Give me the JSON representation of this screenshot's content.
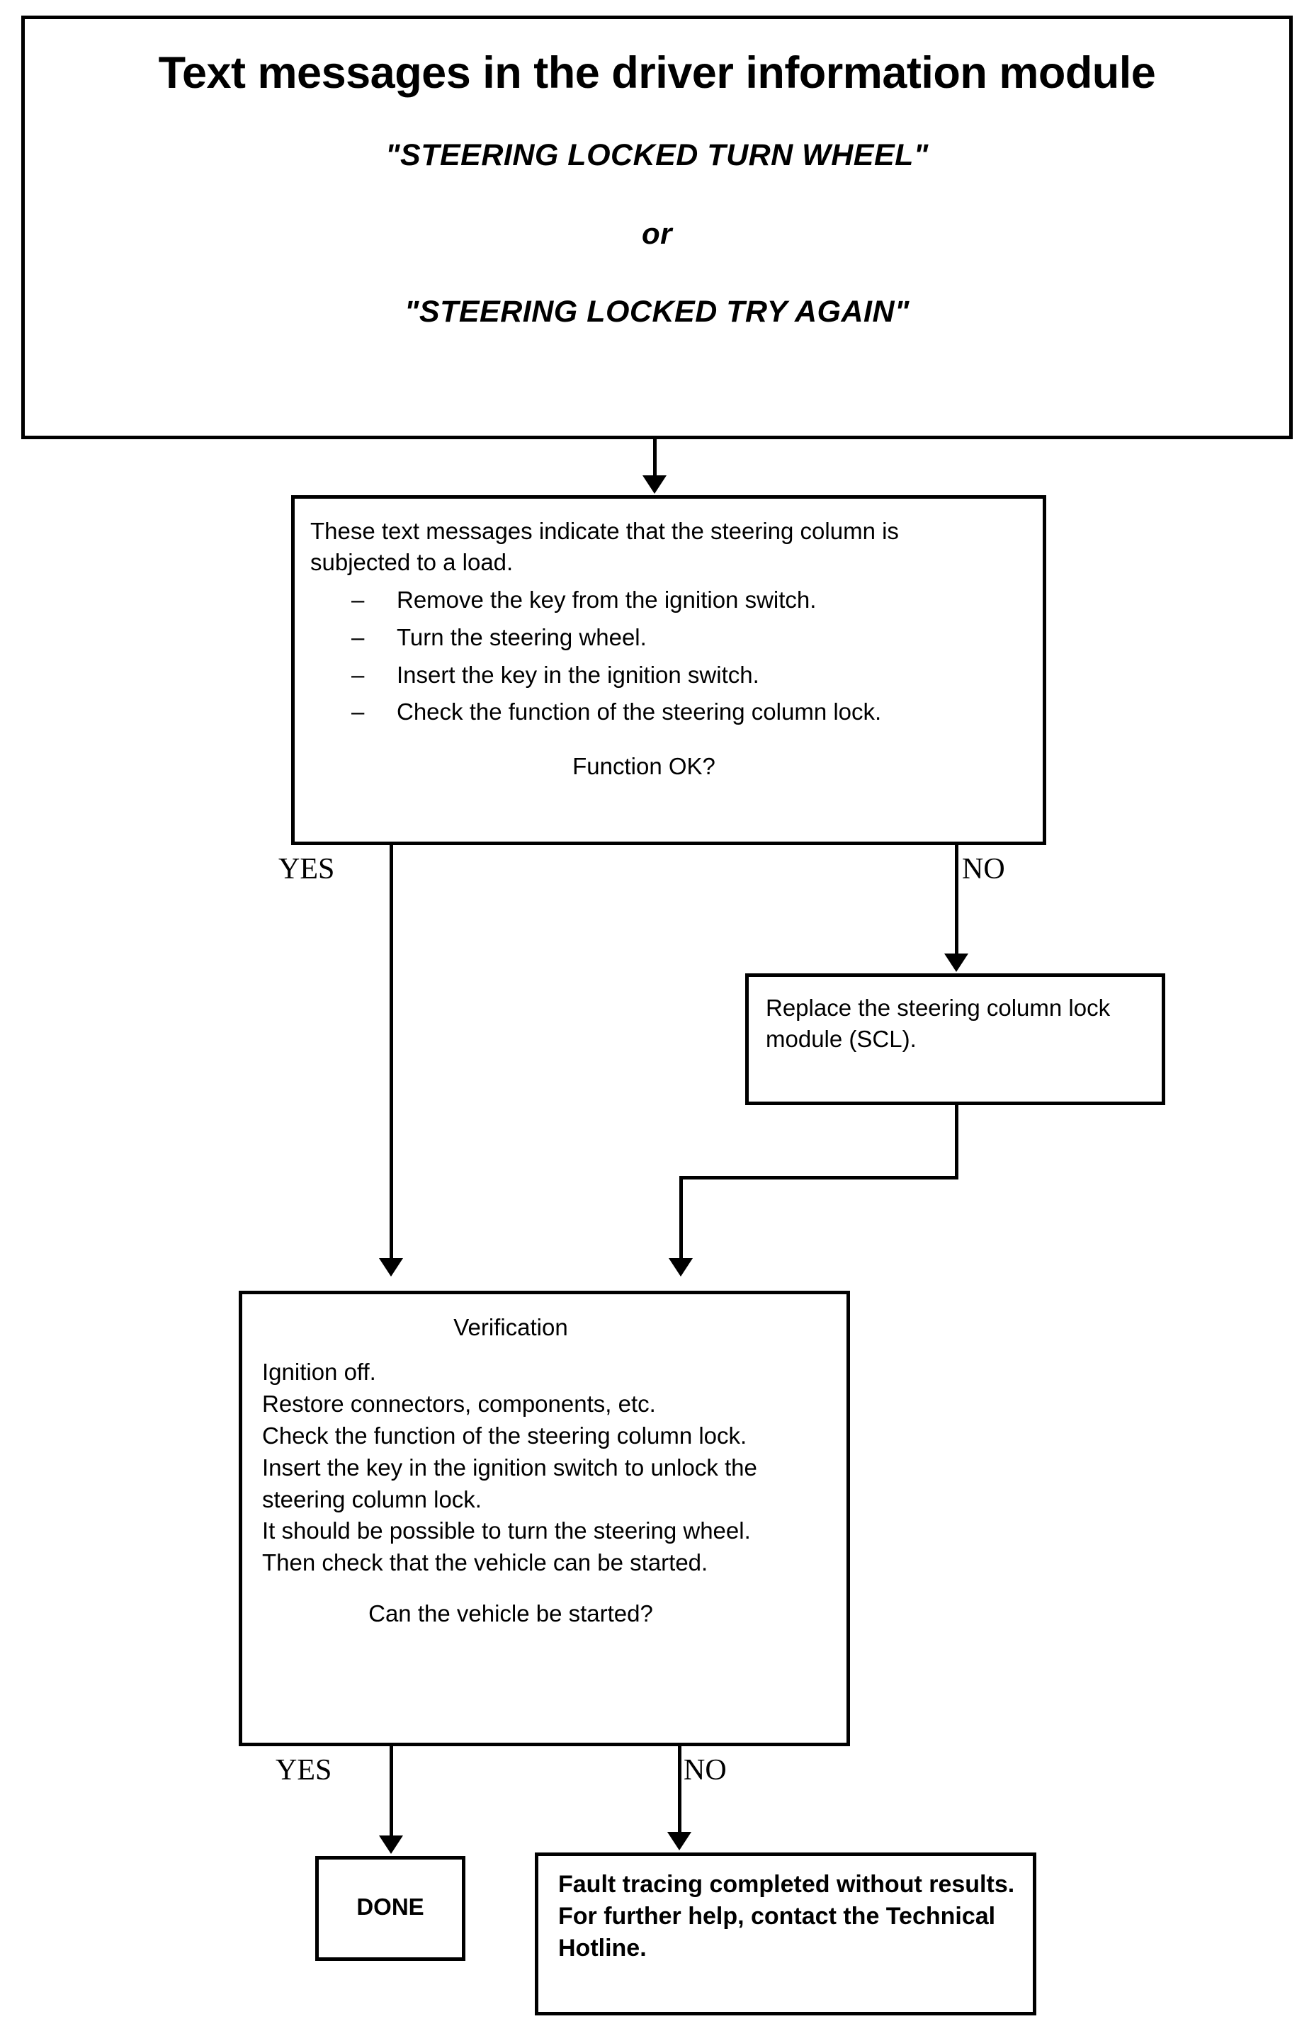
{
  "title_box": {
    "heading": "Text messages in the driver information module",
    "message_1": "\"STEERING LOCKED TURN WHEEL\"",
    "conjunction": "or",
    "message_2": "\"STEERING LOCKED TRY AGAIN\""
  },
  "steps_box": {
    "intro": "These text messages indicate that the steering column is subjected to a load.",
    "dash": "–",
    "steps": [
      "Remove the key from the ignition switch.",
      "Turn the steering wheel.",
      "Insert the key in the ignition switch.",
      "Check the function of the steering column lock."
    ],
    "question": "Function OK?"
  },
  "branches": {
    "step_yes": "YES",
    "step_no": "NO",
    "verif_yes": "YES",
    "verif_no": "NO"
  },
  "scl_box": {
    "text": "Replace the steering column lock module (SCL)."
  },
  "verification_box": {
    "title": "Verification",
    "lines": [
      "Ignition off.",
      "Restore connectors, components, etc.",
      "Check the function of the steering column lock.",
      "Insert the key in the ignition switch to unlock the steering column lock.",
      "It should be possible to turn the steering wheel.",
      "Then check that the vehicle can be started."
    ],
    "question": "Can the vehicle be started?"
  },
  "done_box": {
    "label": "DONE"
  },
  "fault_box": {
    "line_1": "Fault tracing completed without results.",
    "line_2": "For further help, contact the Technical Hotline."
  },
  "colors": {
    "stroke": "#000000",
    "background": "#ffffff"
  }
}
